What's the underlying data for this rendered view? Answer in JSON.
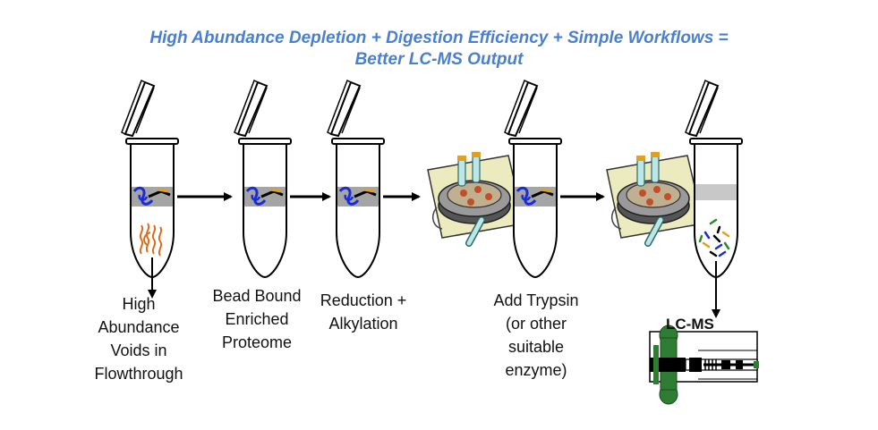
{
  "title": {
    "line1": "High Abundance Depletion + Digestion Efficiency + Simple Workflows =",
    "line2": "Better LC-MS Output"
  },
  "captions": {
    "step1": [
      "High",
      "Abundance",
      "Voids in",
      "Flowthrough"
    ],
    "step2": [
      "Bead Bound",
      "Enriched",
      "Proteome"
    ],
    "step3": [
      "Reduction +",
      "Alkylation"
    ],
    "step4": [
      "Add Trypsin",
      "(or other",
      "suitable",
      "enzyme)"
    ]
  },
  "lcms_label": "LC-MS",
  "colors": {
    "title": "#4a7fd0",
    "tube_outline": "#000000",
    "bead_band": "#9a9a9a",
    "protein_blue": "#1a2bd8",
    "protein_orange": "#e06a1a",
    "protein_gold": "#e0a020",
    "heater_plate": "#ece9b8",
    "instrument_green": "#2f7d32"
  },
  "icons": [
    "tube-icon",
    "arrow-icon",
    "heater-block-icon",
    "protein-icon",
    "peptide-fragments-icon",
    "lc-ms-instrument-icon"
  ]
}
